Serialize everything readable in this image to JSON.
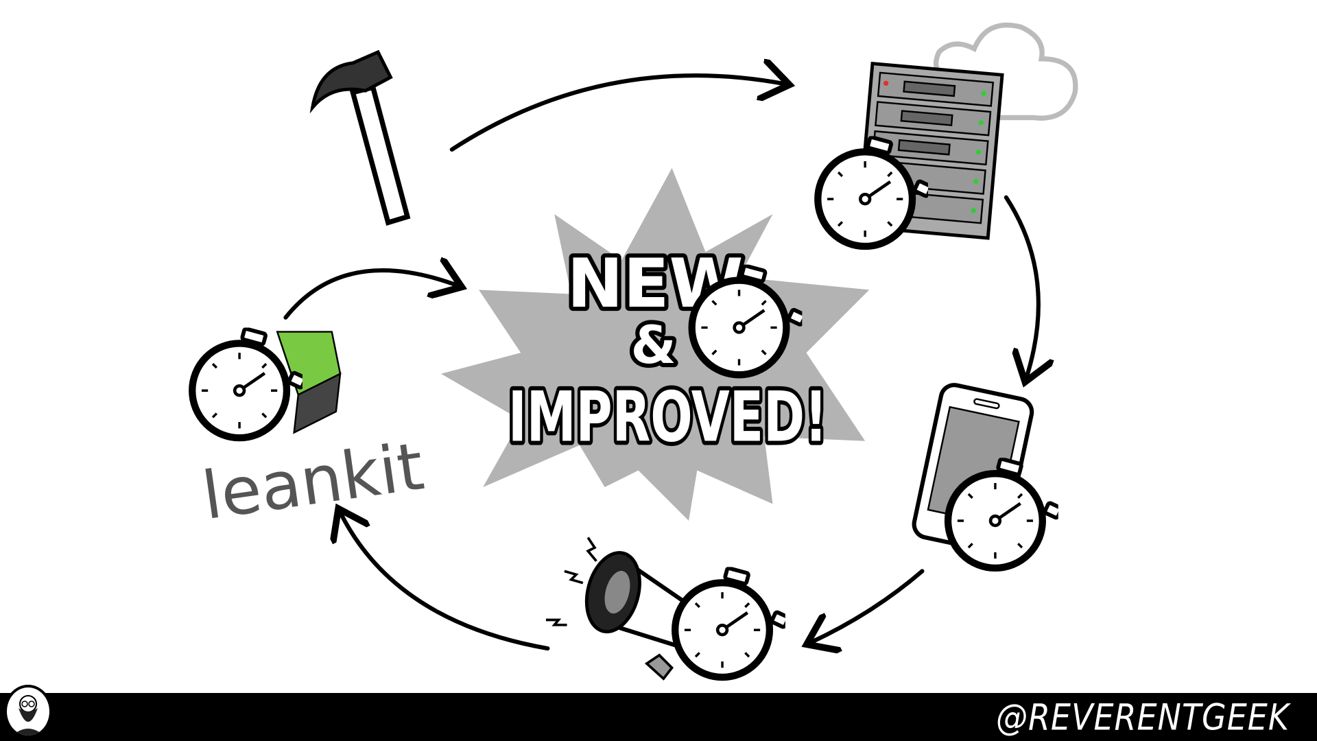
{
  "center": {
    "line1": "NEW",
    "line2": "&",
    "line3": "IMPROVED!"
  },
  "logo": {
    "text": "leankit",
    "accent": "#7ac943"
  },
  "footer": {
    "handle": "@REVERENTGEEK"
  },
  "colors": {
    "burst": "#b3b3b3",
    "ink": "#000000",
    "led_green": "#33cc33",
    "led_red": "#e03030"
  }
}
